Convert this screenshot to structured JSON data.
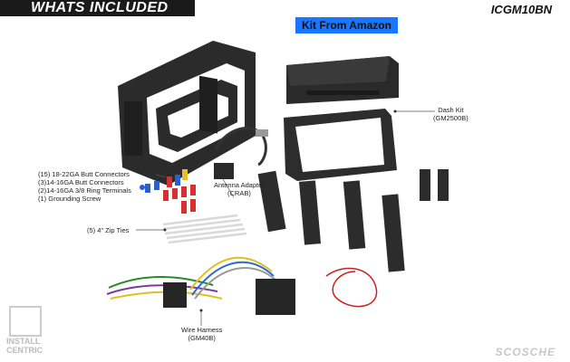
{
  "header": {
    "title": "WHATS INCLUDED",
    "model": "ICGM10BN",
    "source_badge": "Kit From Amazon"
  },
  "parts": {
    "dash_kit": {
      "line1": "Dash Kit",
      "line2": "(GM2500B)"
    },
    "antenna": {
      "line1": "Antenna Adapter",
      "line2": "(CRAB)"
    },
    "connectors": [
      "(15) 18-22GA Butt Connectors",
      "(3)14-16GA Butt Connectors",
      "(2)14-16GA 3/8 Ring Terminals",
      "(1) Grounding Screw"
    ],
    "zip_ties": "(5) 4\" Zip Ties",
    "harness": {
      "line1": "Wire Harness",
      "line2": "(GM40B)"
    }
  },
  "branding": {
    "left_logo": [
      "INSTALL",
      "CENTRIC"
    ],
    "right_logo": "SCOSCHE"
  }
}
